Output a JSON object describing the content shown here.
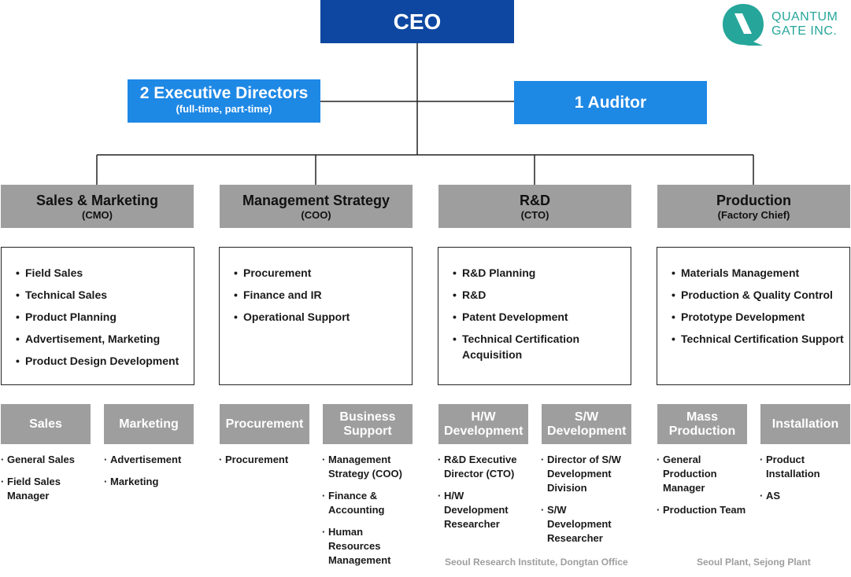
{
  "ceo": "CEO",
  "executives": {
    "title": "2 Executive Directors",
    "subtitle": "(full-time, part-time)"
  },
  "auditor": "1 Auditor",
  "logo": {
    "line1": "QUANTUM",
    "line2": "GATE INC.",
    "color": "#26a69a"
  },
  "colors": {
    "ceo": "#0d47a1",
    "board": "#1e88e5",
    "department": "#9e9e9e"
  },
  "departments": [
    {
      "title": "Sales & Marketing",
      "subtitle": "(CMO)",
      "duties": [
        "Field Sales",
        "Technical Sales",
        "Product Planning",
        "Advertisement, Marketing",
        "Product Design Development"
      ],
      "teams": [
        {
          "name": "Sales",
          "members": [
            "General Sales",
            "Field Sales Manager"
          ]
        },
        {
          "name": "Marketing",
          "members": [
            "Advertisement",
            "Marketing"
          ]
        }
      ],
      "location": ""
    },
    {
      "title": "Management Strategy",
      "subtitle": "(COO)",
      "duties": [
        "Procurement",
        "Finance and IR",
        "Operational Support"
      ],
      "teams": [
        {
          "name": "Procurement",
          "members": [
            "Procurement"
          ]
        },
        {
          "name": "Business Support",
          "members": [
            "Management Strategy (COO)",
            "Finance & Accounting",
            "Human Resources Management"
          ]
        }
      ],
      "location": ""
    },
    {
      "title": "R&D",
      "subtitle": "(CTO)",
      "duties": [
        "R&D Planning",
        "R&D",
        "Patent Development",
        "Technical Certification Acquisition"
      ],
      "teams": [
        {
          "name": "H/W Development",
          "members": [
            "R&D Executive Director (CTO)",
            "H/W Development Researcher"
          ]
        },
        {
          "name": "S/W Development",
          "members": [
            "Director of S/W Development Division",
            "S/W Development Researcher"
          ]
        }
      ],
      "location": "Seoul Research Institute, Dongtan Office"
    },
    {
      "title": "Production",
      "subtitle": "(Factory Chief)",
      "duties": [
        "Materials Management",
        "Production & Quality Control",
        "Prototype Development",
        "Technical Certification Support"
      ],
      "teams": [
        {
          "name": "Mass Production",
          "members": [
            "General Production Manager",
            "Production Team"
          ]
        },
        {
          "name": "Installation",
          "members": [
            "Product Installation",
            "AS"
          ]
        }
      ],
      "location": "Seoul Plant, Sejong Plant"
    }
  ]
}
